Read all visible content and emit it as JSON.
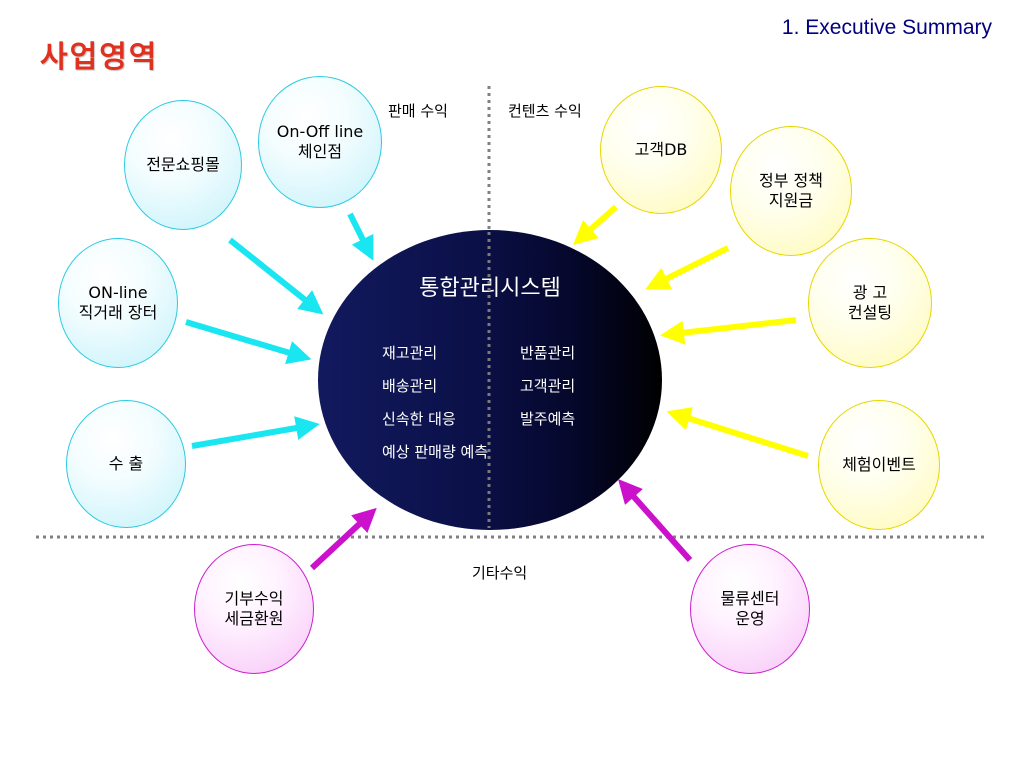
{
  "header": {
    "title": "사업영역",
    "section": "1. Executive Summary"
  },
  "quadrants": {
    "top_left": "판매 수익",
    "top_right": "컨텐츠 수익",
    "bottom": "기타수익"
  },
  "center": {
    "title": "통합관리시스템",
    "items_left": [
      "재고관리",
      "배송관리",
      "신속한 대응",
      "예상 판매량 예측"
    ],
    "items_right": [
      "반품관리",
      "고객관리",
      "발주예측"
    ]
  },
  "bubbles": {
    "sales": [
      "전문쇼핑몰",
      "On-Off line\n체인점",
      "ON-line\n직거래 장터",
      "수 출"
    ],
    "contents": [
      "고객DB",
      "정부 정책\n지원금",
      "광 고\n컨설팅",
      "체험이벤트"
    ],
    "other": [
      "기부수익\n세금환원",
      "물류센터\n운영"
    ]
  },
  "colors": {
    "title": "#e0301e",
    "section": "#000080",
    "cyan_arrow": "#19e6f0",
    "yellow_arrow": "#ffff00",
    "magenta_arrow": "#cc11cc",
    "divider": "#808080"
  }
}
